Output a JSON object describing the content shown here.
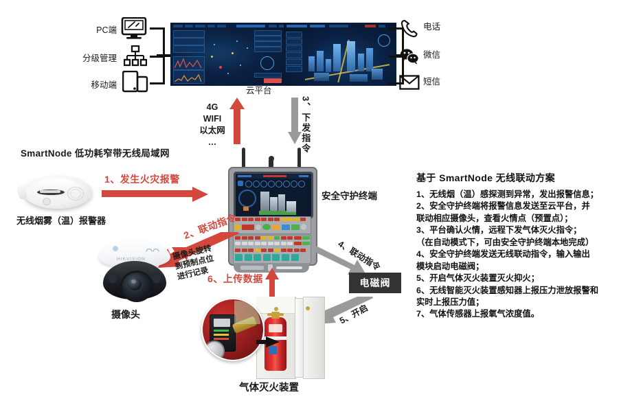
{
  "endpoints_left": [
    {
      "label": "PC端",
      "icon": "monitor-icon"
    },
    {
      "label": "分级管理",
      "icon": "hierarchy-icon"
    },
    {
      "label": "移动端",
      "icon": "mobile-devices-icon"
    }
  ],
  "endpoints_right": [
    {
      "label": "电话",
      "icon": "phone-icon"
    },
    {
      "label": "微信",
      "icon": "wechat-icon"
    },
    {
      "label": "短信",
      "icon": "sms-envelope-icon"
    }
  ],
  "cloud": {
    "caption": "云平台"
  },
  "uplink": {
    "lines": [
      "4G",
      "WIFI",
      "以太网",
      "…"
    ],
    "color": "#d4473d"
  },
  "downlink": {
    "label": "3、下发指令",
    "color": "#9a9a9a"
  },
  "network": {
    "title": "SmartNode 低功耗窄带无线局域网"
  },
  "smoke_detector": {
    "caption": "无线烟雾（温）报警器"
  },
  "step1": {
    "label": "1、发生火灾报警",
    "color": "#d4473d"
  },
  "terminal": {
    "caption": "安全守护终端"
  },
  "step2": {
    "label": "2、联动指令",
    "note": [
      "摄像头旋转",
      "到预制点位",
      "进行记录"
    ],
    "color": "#d4473d"
  },
  "camera": {
    "caption": "摄像头",
    "brand": "HIKVISION"
  },
  "step4": {
    "label": "4、联动指令",
    "color": "#9a9a9a"
  },
  "valve": {
    "label": "电磁阀"
  },
  "step5": {
    "label": "5、开启",
    "color": "#9a9a9a"
  },
  "step6": {
    "label": "6、上传数据",
    "color": "#d4473d"
  },
  "gas_device": {
    "caption": "气体灭火装置"
  },
  "solution": {
    "title": "基于 SmartNode 无线联动方案",
    "steps": [
      "1、无线烟（温）感探测到异常，发出报警信息；",
      "2、安全守护终端将报警信息发送至云平台，并",
      "联动相应摄像头，查看火情点（预置点）；",
      "3、平台确认火情，远程下发气体灭火指令；",
      "（在自动模式下，可由安全守护终端本地完成）",
      "4、安全守护终端发送无线联动指令，输入输出",
      "模块启动电磁阀；",
      "5、开启气体灭火装置灭火抑火；",
      "6、无线智能灭火装置感知器上报压力泄放报警和",
      "实时上报压力值；",
      "7、气体传感器上报氧气浓度值。"
    ]
  }
}
